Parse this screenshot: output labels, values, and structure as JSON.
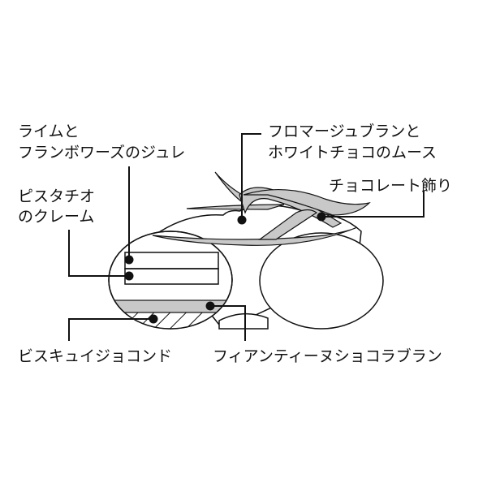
{
  "labels": {
    "jule_line1": "ライムと",
    "jule_line2": "フランボワーズのジュレ",
    "pistachio_line1": "ピスタチオ",
    "pistachio_line2": "のクレーム",
    "biscuit": "ビスキュイジョコンド",
    "feuillantine": "フィアンティーヌショコラブラン",
    "mousse_line1": "フロマージュブランと",
    "mousse_line2": "ホワイトチョコのムース",
    "chocolate_decoration": "チョコレート飾り"
  },
  "colors": {
    "line": "#111111",
    "gray_layer": "#c8c8c8"
  }
}
